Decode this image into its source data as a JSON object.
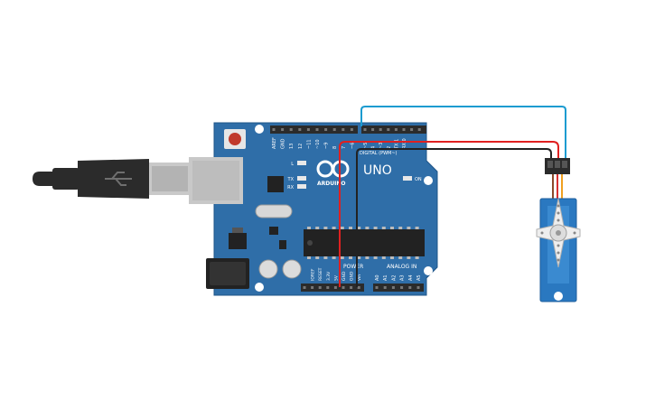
{
  "board": {
    "brand": "ARDUINO",
    "model": "UNO",
    "digital_header_label": "DIGITAL (PWM~)",
    "power_label": "POWER",
    "analog_label": "ANALOG IN",
    "on_label": "ON",
    "led_labels": [
      "L",
      "TX",
      "RX"
    ],
    "top_pin_labels": [
      "AREF",
      "GND",
      "13",
      "12",
      "~11",
      "~10",
      "~9",
      "8",
      "7",
      "~6",
      "~5",
      "4",
      "~3",
      "2",
      "TX 1",
      "RX 0"
    ],
    "power_pin_labels": [
      "IOREF",
      "RESET",
      "3.3V",
      "5V",
      "GND",
      "GND",
      "Vin"
    ],
    "analog_pin_labels": [
      "A0",
      "A1",
      "A2",
      "A3",
      "A4",
      "A5"
    ]
  },
  "wires": [
    {
      "name": "signal",
      "color": "#1a9bd0"
    },
    {
      "name": "power-5v",
      "color": "#e02020"
    },
    {
      "name": "ground",
      "color": "#222222"
    }
  ],
  "colors": {
    "board": "#2f6ea8",
    "board_edge": "#1f5588",
    "header": "#2b2b2b",
    "servo": "#2a78c0",
    "usb_body": "#2b2b2b",
    "usb_plug": "#bdbdbd"
  }
}
